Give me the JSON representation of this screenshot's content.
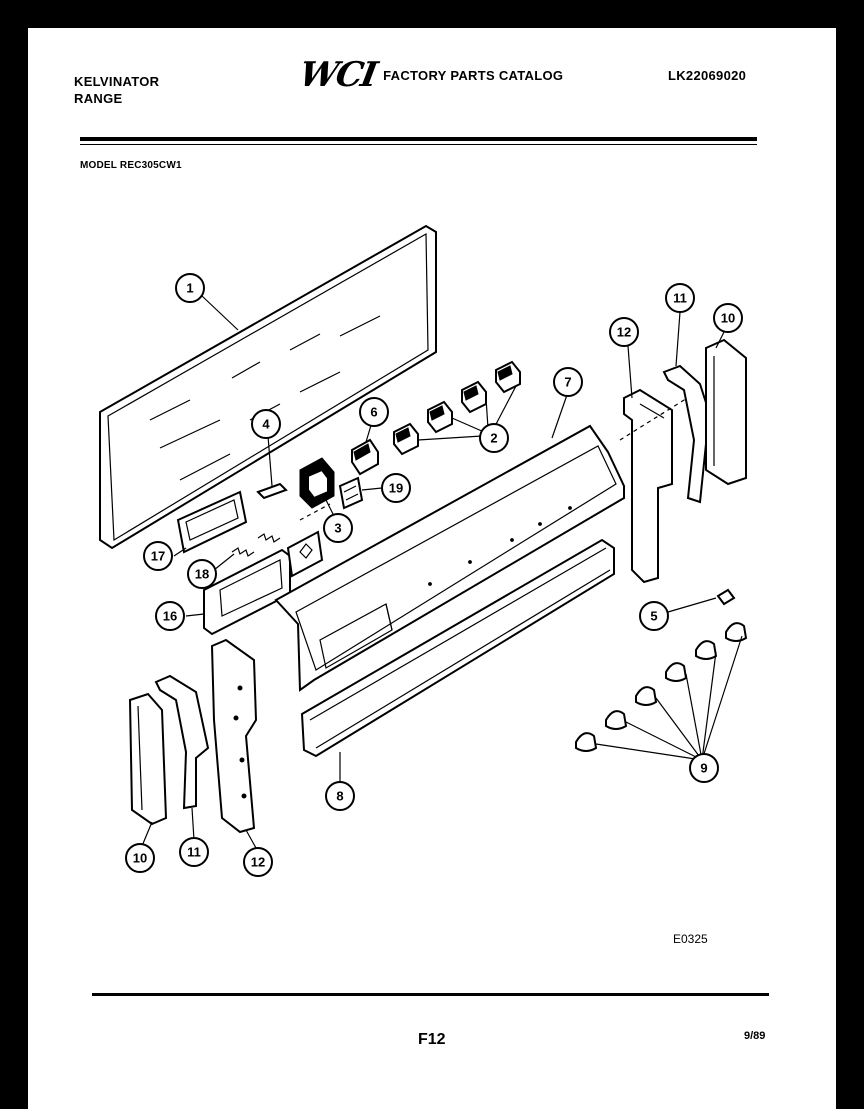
{
  "header": {
    "brand_line1": "KELVINATOR",
    "brand_line2": "RANGE",
    "logo_text": "WCI",
    "catalog_title": "FACTORY PARTS CATALOG",
    "catalog_number": "LK22069020",
    "model_label": "MODEL REC305CW1"
  },
  "diagram": {
    "callouts": [
      "1",
      "2",
      "3",
      "4",
      "5",
      "6",
      "7",
      "8",
      "9",
      "10",
      "11",
      "12",
      "16",
      "17",
      "18",
      "19",
      "10",
      "11",
      "12"
    ]
  },
  "footer": {
    "figure_code": "E0325",
    "page_number": "F12",
    "date": "9/89"
  }
}
